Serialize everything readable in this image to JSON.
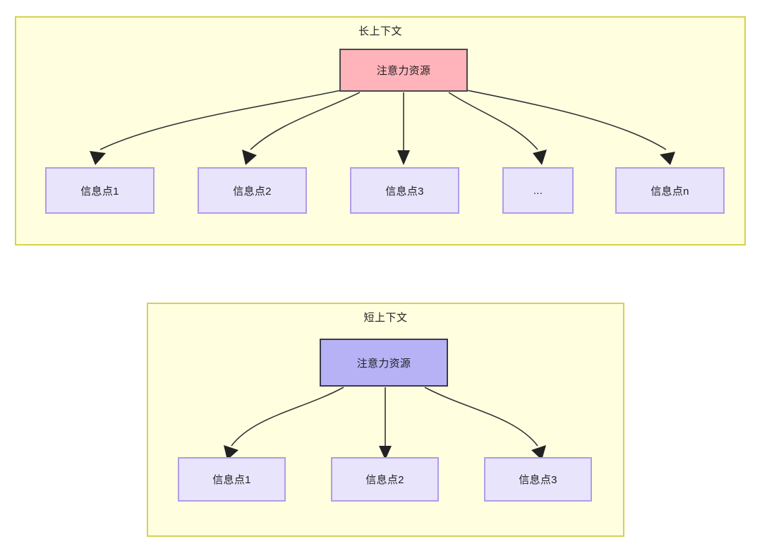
{
  "diagram": {
    "title_semantic": "attention-resource-allocation-long-vs-short-context",
    "panels": [
      {
        "id": "long-context",
        "title": "长上下文",
        "root": {
          "label": "注意力资源",
          "fill": "#FFB3BA",
          "border": "#4A4A4A"
        },
        "children": [
          {
            "label": "信息点1"
          },
          {
            "label": "信息点2"
          },
          {
            "label": "信息点3"
          },
          {
            "label": "..."
          },
          {
            "label": "信息点n"
          }
        ],
        "child_style": {
          "fill": "#E8E4FB",
          "border": "#B09CE8"
        },
        "panel_fill": "#FFFFE0",
        "panel_border": "#D6D14E"
      },
      {
        "id": "short-context",
        "title": "短上下文",
        "root": {
          "label": "注意力资源",
          "fill": "#B7B2F5",
          "border": "#3A3A4A"
        },
        "children": [
          {
            "label": "信息点1"
          },
          {
            "label": "信息点2"
          },
          {
            "label": "信息点3"
          }
        ],
        "child_style": {
          "fill": "#E8E4FB",
          "border": "#B09CE8"
        },
        "panel_fill": "#FFFFE0",
        "panel_border": "#D6D14E"
      }
    ],
    "edge_color": "#333333",
    "arrow_color": "#222222"
  }
}
